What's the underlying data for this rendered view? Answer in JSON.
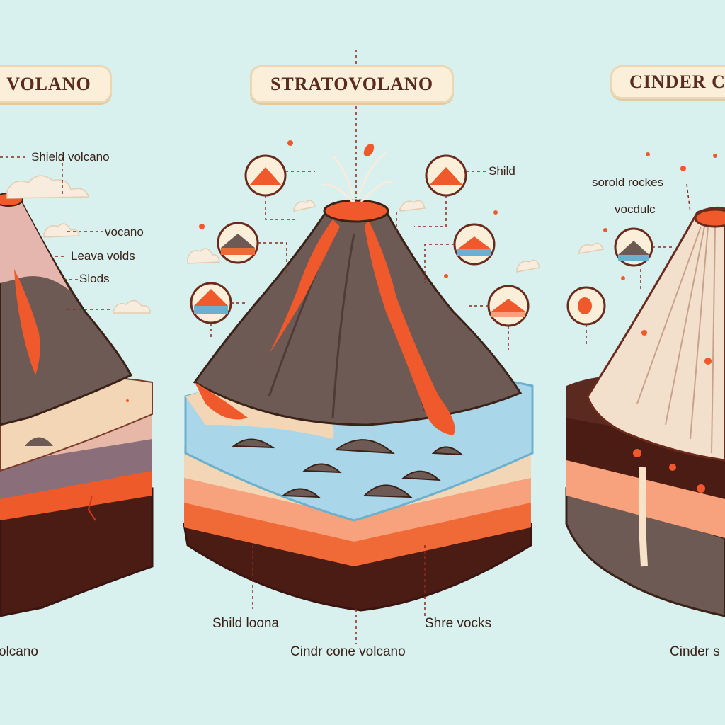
{
  "titles": {
    "left": "VOLANO",
    "center": "STRATOVOLANO",
    "right": "CINDER C"
  },
  "labels": {
    "left_shield_volcano": "Shield volcano",
    "left_vocano": "vocano",
    "left_leava_volds": "Leava volds",
    "left_slods": "Slods",
    "left_bottom": "olcano",
    "center_shild": "Shild",
    "center_shild_loona": "Shild loona",
    "center_shre_vocks": "Shre vocks",
    "center_bottom": "Cindr cone volcano",
    "right_sorold_rockes": "sorold rockes",
    "right_vocdulc": "vocdulc",
    "right_bottom": "Cinder s"
  },
  "colors": {
    "background": "#d8f0ee",
    "lava": "#f0592b",
    "rock": "#6e5a55",
    "water": "#a9d6e8",
    "crust_dark": "#4a1c14"
  }
}
